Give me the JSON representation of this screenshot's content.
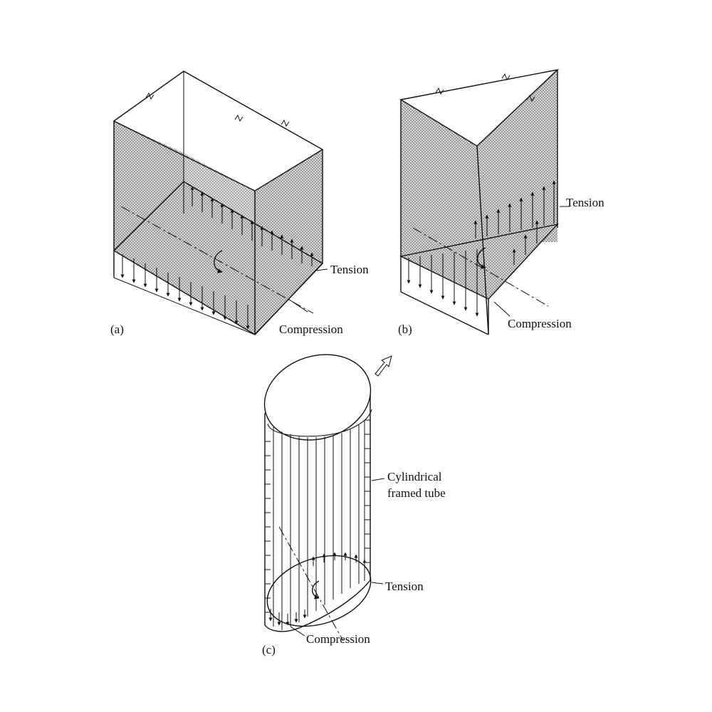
{
  "labels": {
    "panel_a": "(a)",
    "panel_b": "(b)",
    "panel_c": "(c)",
    "a_tension": "Tension",
    "a_compression": "Compression",
    "b_tension": "Tension",
    "b_compression": "Compression",
    "c_title_line1": "Cylindrical",
    "c_title_line2": "framed tube",
    "c_tension": "Tension",
    "c_compression": "Compression"
  }
}
